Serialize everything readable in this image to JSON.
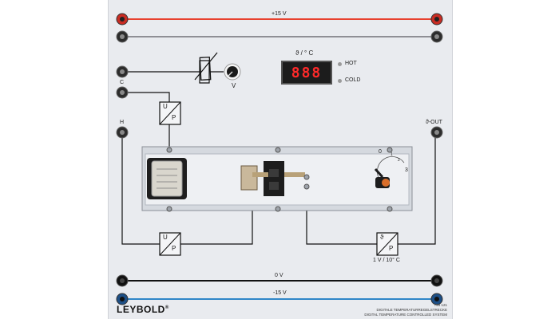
{
  "rails": {
    "top_voltage": "+15 V",
    "zero_voltage": "0 V",
    "bottom_voltage": "-15 V"
  },
  "display": {
    "caption": "ϑ / ° C",
    "readout": "888",
    "hot_label": "HOT",
    "cold_label": "COLD"
  },
  "terminals": {
    "c_label": "C",
    "h_label": "H",
    "out_label": "ϑ-OUT"
  },
  "knob": {
    "label": "V"
  },
  "converters": {
    "top_up_a": "U",
    "top_up_b": "P",
    "bottom_up_a": "U",
    "bottom_up_b": "P",
    "theta_a": "ϑ",
    "theta_b": "P",
    "scale_label": "1 V / 10° C"
  },
  "dial": {
    "ticks": [
      "0",
      "1",
      "2",
      "3"
    ]
  },
  "brand": {
    "name": "LEYBOLD",
    "mark": "®",
    "catalog_no": "734 121",
    "line_de": "DIGITALE TEMPERATURREGELSTRECKE",
    "line_en": "DIGITAL TEMPERATURE CONTROLLED SYSTEM"
  },
  "colors": {
    "positive_rail": "#e8412e",
    "negative_rail": "#2f86c8",
    "ground_rail": "#111111",
    "panel": "#e9ebef",
    "display_digits": "#ff2a2a"
  }
}
